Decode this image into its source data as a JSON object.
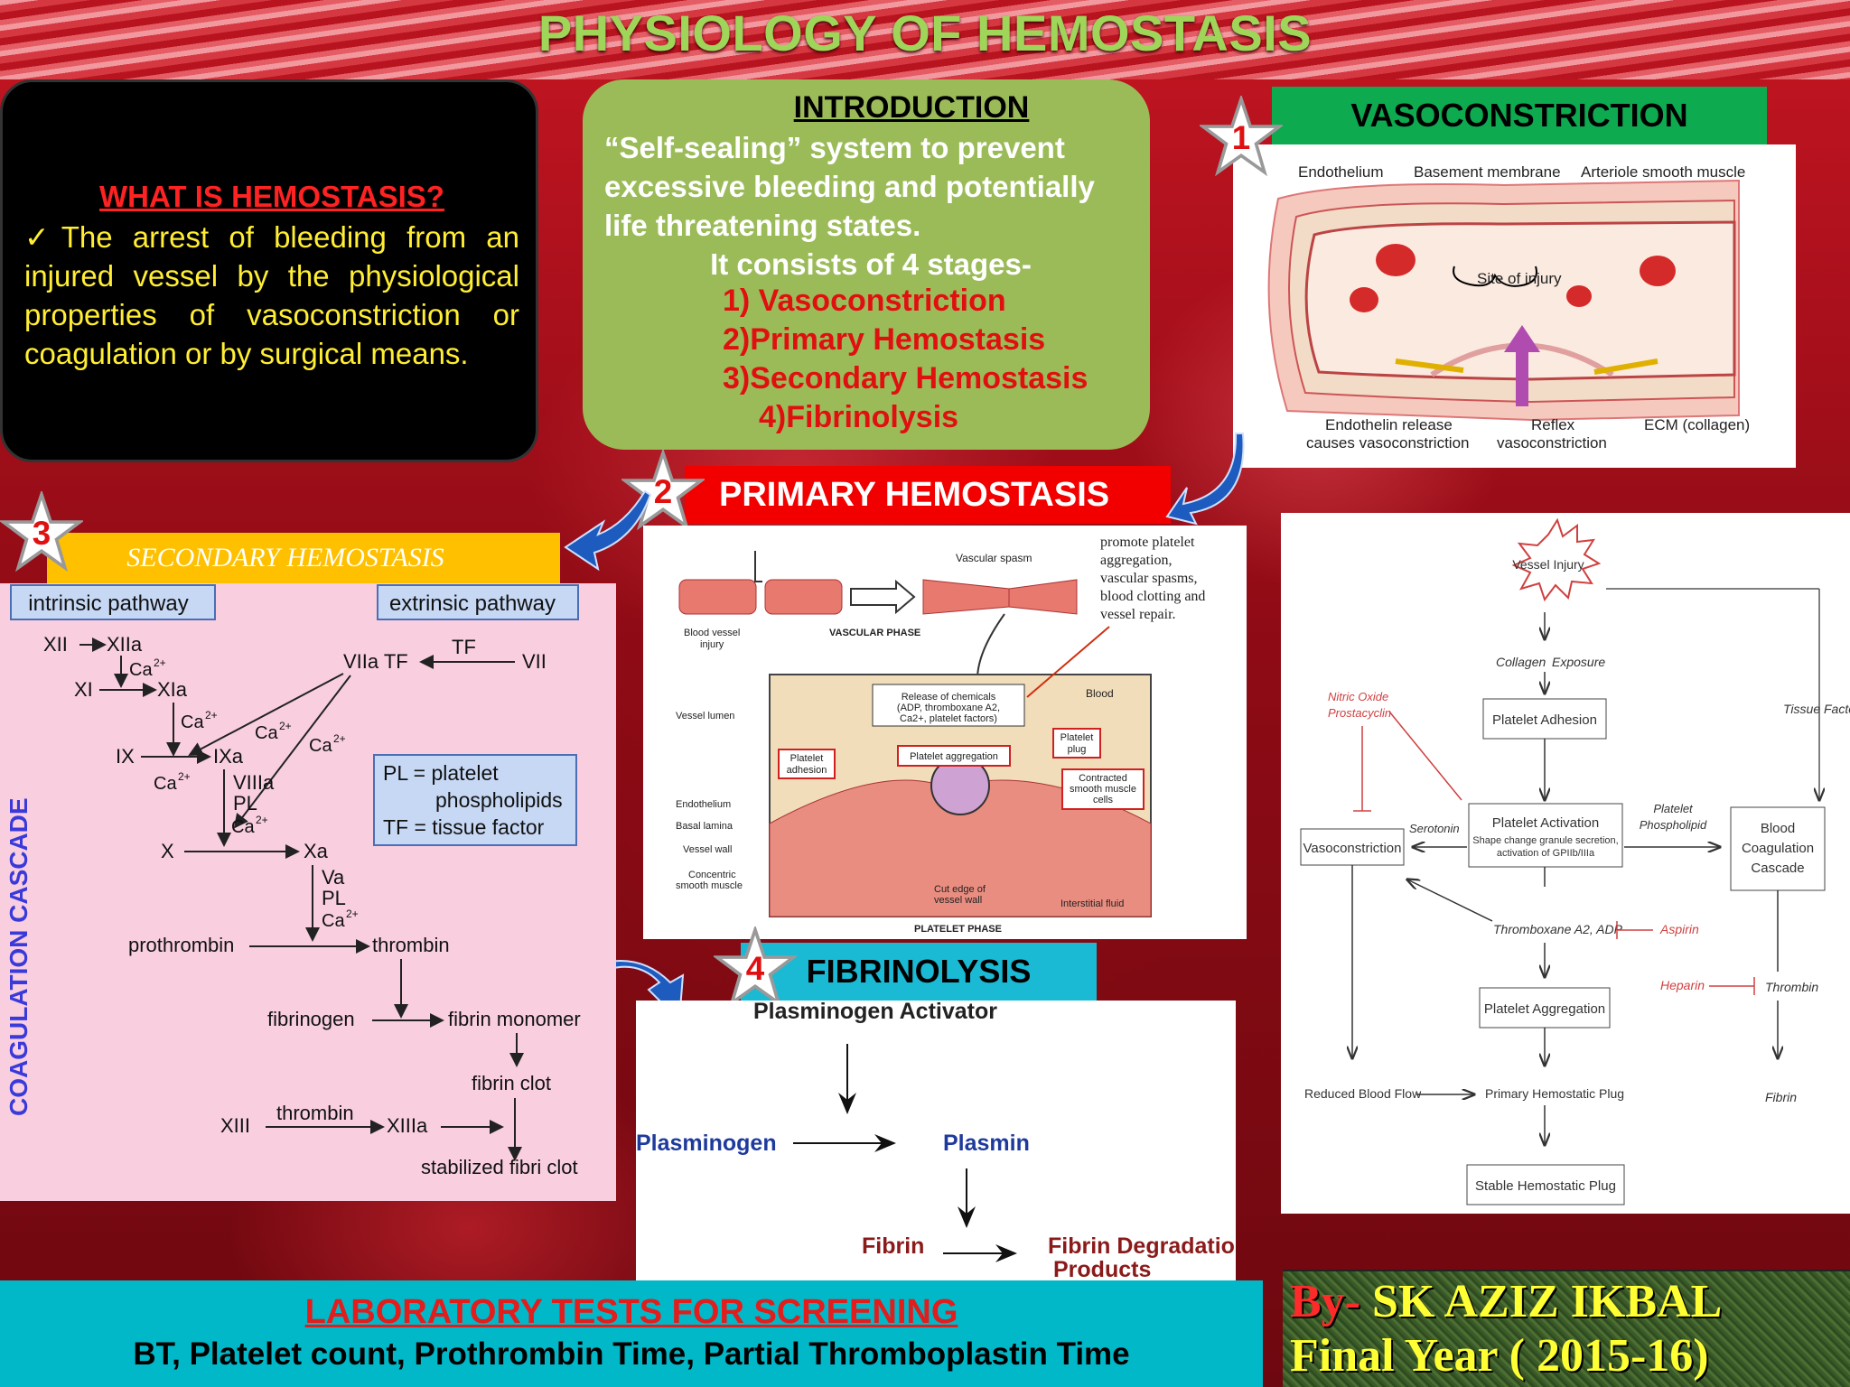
{
  "title": "PHYSIOLOGY OF HEMOSTASIS",
  "what_is": {
    "heading": "WHAT IS HEMOSTASIS?",
    "text": "✓The arrest of bleeding from an injured vessel by the physiological properties of vasoconstriction or coagulation or by surgical means."
  },
  "introduction": {
    "heading": "INTRODUCTION",
    "line1": "“Self-sealing” system to prevent excessive bleeding and potentially life threatening states.",
    "line2": "It consists of 4 stages-",
    "stages": [
      "1) Vasoconstriction",
      "2)Primary Hemostasis",
      "3)Secondary Hemostasis",
      "4)Fibrinolysis"
    ]
  },
  "vasoconstriction": {
    "number": "1",
    "heading": "VASOCONSTRICTION",
    "labels": {
      "endothelium": "Endothelium",
      "basement": "Basement membrane",
      "arteriole": "Arteriole smooth muscle",
      "site": "Site of injury",
      "endothelin1": "Endothelin release",
      "endothelin2": "causes vasoconstriction",
      "reflex1": "Reflex",
      "reflex2": "vasoconstriction",
      "ecm": "ECM (collagen)"
    }
  },
  "primary": {
    "number": "2",
    "heading": "PRIMARY HEMOSTASIS",
    "note_lines": [
      "promote        platelet",
      "aggregation,",
      "vascular       spasms,",
      "blood   clotting   and",
      "vessel repair."
    ],
    "labels": {
      "vascular_spasm": "Vascular spasm",
      "blood_vessel": "Blood vessel",
      "injury": "injury",
      "vascular_phase": "VASCULAR PHASE",
      "release1": "Release of chemicals",
      "release2": "(ADP, thromboxane A2,",
      "release3": "Ca2+, platelet factors)",
      "blood": "Blood",
      "vessel_lumen": "Vessel lumen",
      "platelet_adhesion1": "Platelet",
      "platelet_adhesion2": "adhesion",
      "platelet_aggregation": "Platelet aggregation",
      "platelet_plug1": "Platelet",
      "platelet_plug2": "plug",
      "contracted1": "Contracted",
      "contracted2": "smooth muscle",
      "contracted3": "cells",
      "endothelium": "Endothelium",
      "basal_lamina": "Basal lamina",
      "vessel_wall": "Vessel wall",
      "concentric1": "Concentric",
      "concentric2": "smooth muscle",
      "cut_edge1": "Cut edge of",
      "cut_edge2": "vessel wall",
      "interstitial": "Interstitial fluid",
      "platelet_phase": "PLATELET PHASE"
    }
  },
  "secondary": {
    "number": "3",
    "heading": "SECONDARY HEMOSTASIS",
    "side_label": "COAGULATION CASCADE",
    "intrinsic": "intrinsic pathway",
    "extrinsic": "extrinsic pathway",
    "legend1a": "PL = platelet",
    "legend1b": "phospholipids",
    "legend2": "TF = tissue factor",
    "nodes": {
      "XII": "XII",
      "XIIa": "XIIa",
      "XI": "XI",
      "XIa": "XIa",
      "IX": "IX",
      "IXa": "IXa",
      "VIIa_TF": "VIIa TF",
      "TF": "TF",
      "VII": "VII",
      "VIIIa": "VIIIa",
      "PL": "PL",
      "X": "X",
      "Xa": "Xa",
      "Va": "Va",
      "prothrombin": "prothrombin",
      "thrombin": "thrombin",
      "fibrinogen": "fibrinogen",
      "fibrin_monomer": "fibrin monomer",
      "fibrin_clot": "fibrin clot",
      "XIII": "XIII",
      "XIIIa": "XIIIa",
      "stabilized": "stabilized fibri clot",
      "ca": "Ca"
    }
  },
  "fibrinolysis": {
    "number": "4",
    "heading": "FIBRINOLYSIS",
    "activator": "Plasminogen Activator",
    "plasminogen": "Plasminogen",
    "plasmin": "Plasmin",
    "fibrin": "Fibrin",
    "fdp1": "Fibrin Degradation",
    "fdp2": "Products"
  },
  "flowchart": {
    "vessel_injury": "Vessel Injury",
    "collagen": "Collagen",
    "exposure": "Exposure",
    "nitric1": "Nitric Oxide",
    "nitric2": "Prostacyclin",
    "tissue_factor": "Tissue Factor",
    "platelet_adhesion": "Platelet Adhesion",
    "serotonin": "Serotonin",
    "platelet_phospho1": "Platelet",
    "platelet_phospho2": "Phospholipid",
    "vasoconstriction": "Vasoconstriction",
    "platelet_activation": "Platelet Activation",
    "activation_sub1": "Shape change granule secretion,",
    "activation_sub2": "activation of GPIIb/IIIa",
    "blood1": "Blood",
    "blood2": "Coagulation",
    "blood3": "Cascade",
    "thromboxane": "Thromboxane A2, ADP",
    "aspirin": "Aspirin",
    "heparin": "Heparin",
    "thrombin": "Thrombin",
    "platelet_aggregation": "Platelet Aggregation",
    "reduced": "Reduced Blood Flow",
    "primary_plug": "Primary Hemostatic Plug",
    "fibrin": "Fibrin",
    "stable_plug": "Stable Hemostatic Plug"
  },
  "lab": {
    "heading": "LABORATORY TESTS FOR SCREENING",
    "text": "BT, Platelet count, Prothrombin Time, Partial Thromboplastin Time"
  },
  "author": {
    "by": "By-",
    "name": "SK AZIZ IKBAL",
    "year": "Final Year ( 2015-16)"
  },
  "colors": {
    "title": "#9fd65a",
    "red": "#f20000",
    "green_box": "#9bbb59",
    "teal": "#1ab9d4",
    "pink": "#f9cfe0",
    "gold": "#ffc000"
  }
}
